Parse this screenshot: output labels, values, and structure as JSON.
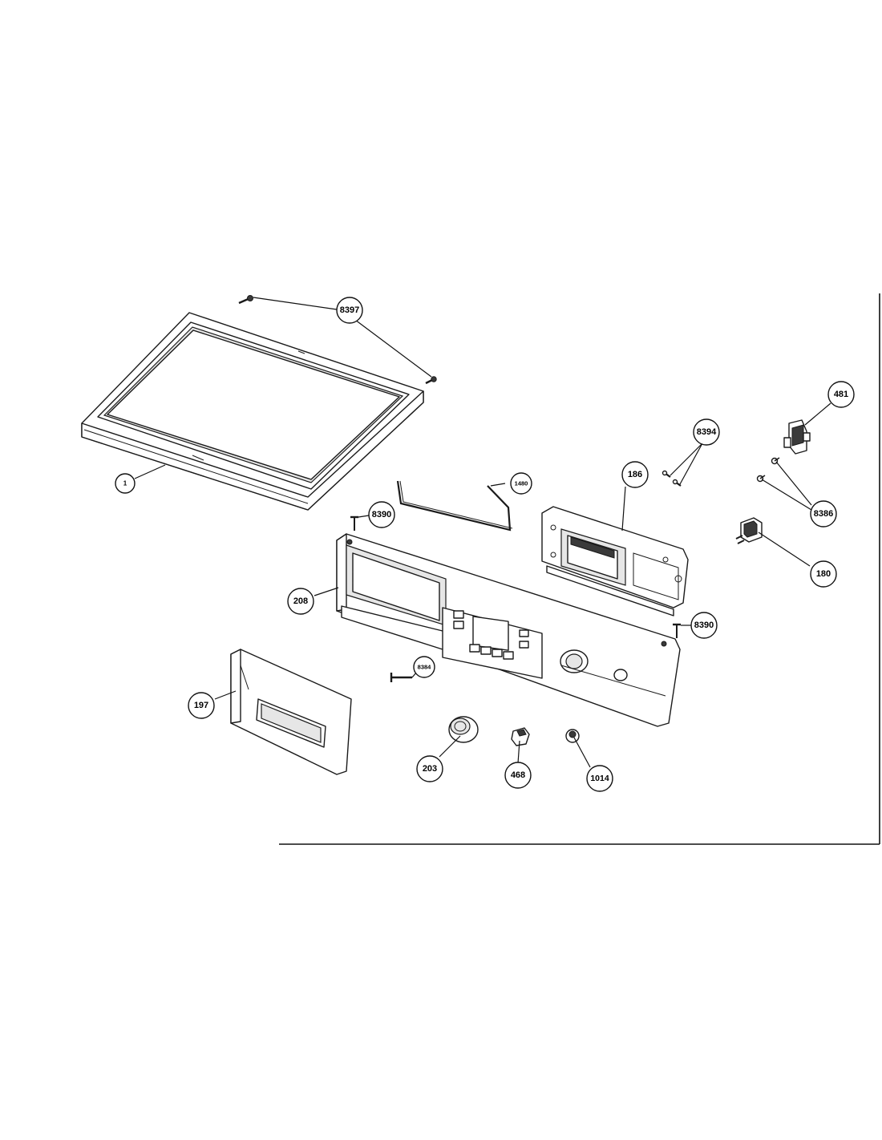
{
  "callouts": {
    "c8397": "8397",
    "c1": "1",
    "c1480": "1480",
    "c8390a": "8390",
    "c186": "186",
    "c8394": "8394",
    "c481": "481",
    "c8386": "8386",
    "c180": "180",
    "c208": "208",
    "c8390b": "8390",
    "c8384": "8384",
    "c197": "197",
    "c203": "203",
    "c468": "468",
    "c1014": "1014"
  }
}
